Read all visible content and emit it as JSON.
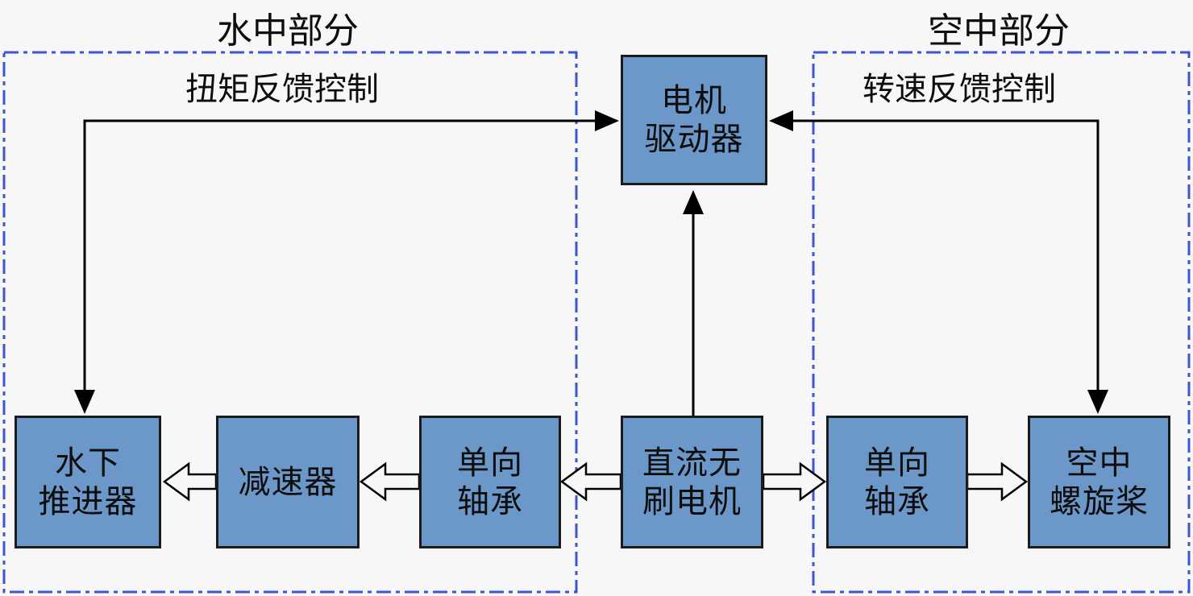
{
  "regions": {
    "underwater": {
      "title": "水中部分",
      "feedback_label": "扭矩反馈控制"
    },
    "aerial": {
      "title": "空中部分",
      "feedback_label": "转速反馈控制"
    }
  },
  "blocks": {
    "motor_driver": {
      "lines": [
        "电机",
        "驱动器"
      ]
    },
    "underwater_propeller": {
      "lines": [
        "水下",
        "推进器"
      ]
    },
    "reducer": {
      "lines": [
        "减速器"
      ]
    },
    "bearing_left": {
      "lines": [
        "单向",
        "轴承"
      ]
    },
    "bldc_motor": {
      "lines": [
        "直流无",
        "刷电机"
      ]
    },
    "bearing_right": {
      "lines": [
        "单向",
        "轴承"
      ]
    },
    "air_propeller": {
      "lines": [
        "空中",
        "螺旋桨"
      ]
    }
  },
  "colors": {
    "box-fill": "#6c98c9",
    "box-border": "#1b1b1b",
    "region-border": "#3d55cf",
    "wire": "#000000",
    "background": "#f7f7f7"
  }
}
